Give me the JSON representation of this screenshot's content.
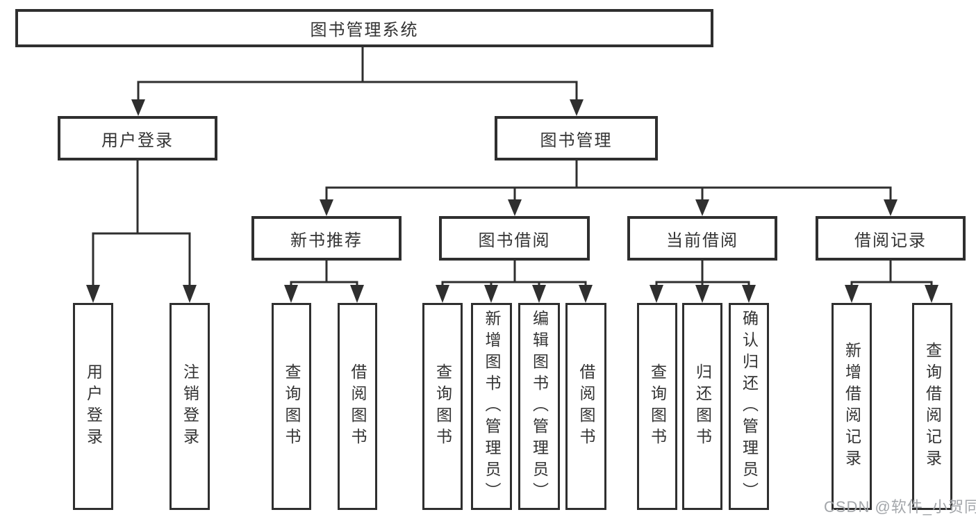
{
  "diagram": {
    "type": "tree",
    "watermark": "CSDN @软件_小贺同学",
    "colors": {
      "bg": "#ffffff",
      "line": "#2f2f2f",
      "text": "#333333",
      "watermark": "#a3a6aa"
    },
    "tree": {
      "root": {
        "label": "图书管理系统"
      },
      "branches": [
        {
          "label": "用户登录",
          "children": [
            {
              "label": "用户登录"
            },
            {
              "label": "注销登录"
            }
          ]
        },
        {
          "label": "图书管理",
          "children": [
            {
              "label": "新书推荐",
              "children": [
                {
                  "label": "查询图书"
                },
                {
                  "label": "借阅图书"
                }
              ]
            },
            {
              "label": "图书借阅",
              "children": [
                {
                  "label": "查询图书"
                },
                {
                  "label": "新增图书（管理员）"
                },
                {
                  "label": "编辑图书（管理员）"
                },
                {
                  "label": "借阅图书"
                }
              ]
            },
            {
              "label": "当前借阅",
              "children": [
                {
                  "label": "查询图书"
                },
                {
                  "label": "归还图书"
                },
                {
                  "label": "确认归还（管理员）"
                }
              ]
            },
            {
              "label": "借阅记录",
              "children": [
                {
                  "label": "新增借阅记录"
                },
                {
                  "label": "查询借阅记录"
                }
              ]
            }
          ]
        }
      ]
    }
  }
}
